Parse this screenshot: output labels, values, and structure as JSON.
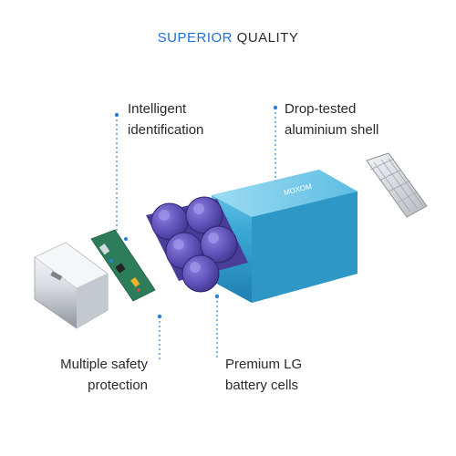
{
  "headline": {
    "accent": "SUPERIOR",
    "rest": " QUALITY"
  },
  "callouts": {
    "intelligent": {
      "line1": "Intelligent",
      "line2": "identification"
    },
    "shell": {
      "line1": "Drop-tested",
      "line2": "aluminium shell"
    },
    "safety": {
      "line1": "Multiple safety",
      "line2": "protection"
    },
    "cells": {
      "line1": "Premium LG",
      "line2": "battery cells"
    }
  },
  "brand_mark": "MOXOM",
  "colors": {
    "accent": "#1e6fd6",
    "shell": "#3aa9d6",
    "cells": "#5a4bb0",
    "pcb": "#2e7d5a",
    "cap": "#d9dde2",
    "leader": "#2a7fd4"
  },
  "icons": [
    "pcb-board",
    "end-cap",
    "battery-cells",
    "aluminium-shell",
    "vent-grille"
  ]
}
